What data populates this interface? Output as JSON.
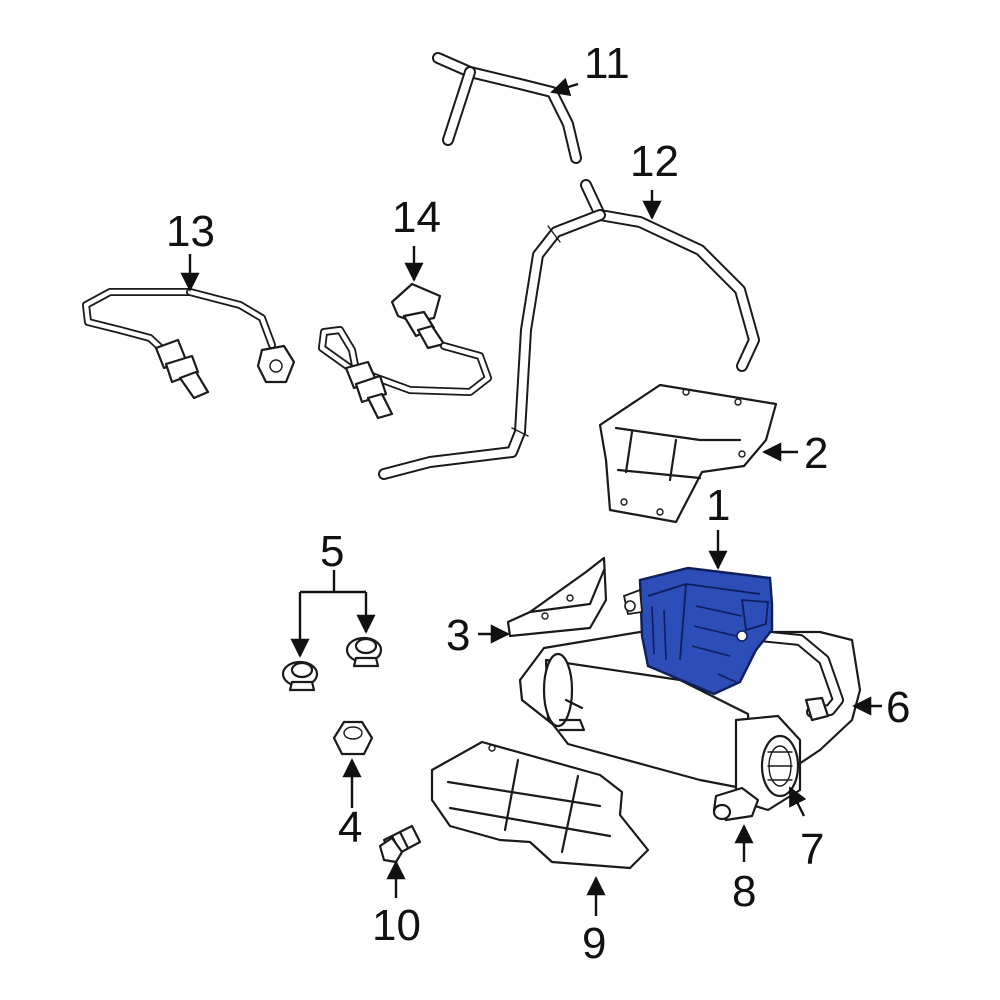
{
  "colors": {
    "highlight": "#2d4db8",
    "highlight_dark": "#0f1f5c",
    "line": "#1a1a1a"
  },
  "callouts": [
    {
      "id": "1",
      "label": "1"
    },
    {
      "id": "2",
      "label": "2"
    },
    {
      "id": "3",
      "label": "3"
    },
    {
      "id": "4",
      "label": "4"
    },
    {
      "id": "5",
      "label": "5"
    },
    {
      "id": "6",
      "label": "6"
    },
    {
      "id": "7",
      "label": "7"
    },
    {
      "id": "8",
      "label": "8"
    },
    {
      "id": "9",
      "label": "9"
    },
    {
      "id": "10",
      "label": "10"
    },
    {
      "id": "11",
      "label": "11"
    },
    {
      "id": "12",
      "label": "12"
    },
    {
      "id": "13",
      "label": "13"
    },
    {
      "id": "14",
      "label": "14"
    }
  ]
}
